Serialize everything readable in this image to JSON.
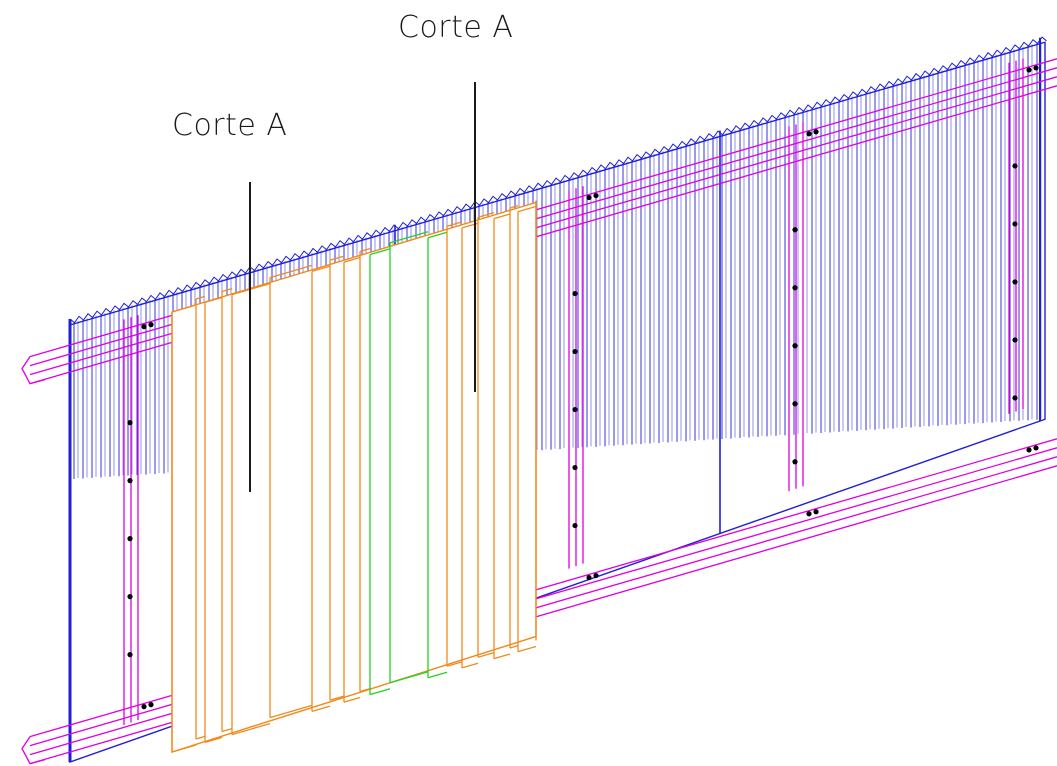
{
  "labels": {
    "cut_a_left": "Corte A",
    "cut_a_right": "Corte A"
  },
  "colors": {
    "background": "#ffffff",
    "purlin_magenta": "#e000e0",
    "sheet_blue": "#1f1fd6",
    "cladding_orange": "#f08a1c",
    "cladding_green": "#22d422",
    "leader_black": "#1a1a1a",
    "bolt_black": "#000000"
  },
  "components": [
    "corrugated-backing-sheet",
    "horizontal-purlin",
    "vertical-post",
    "cladding-panel",
    "bolt"
  ]
}
